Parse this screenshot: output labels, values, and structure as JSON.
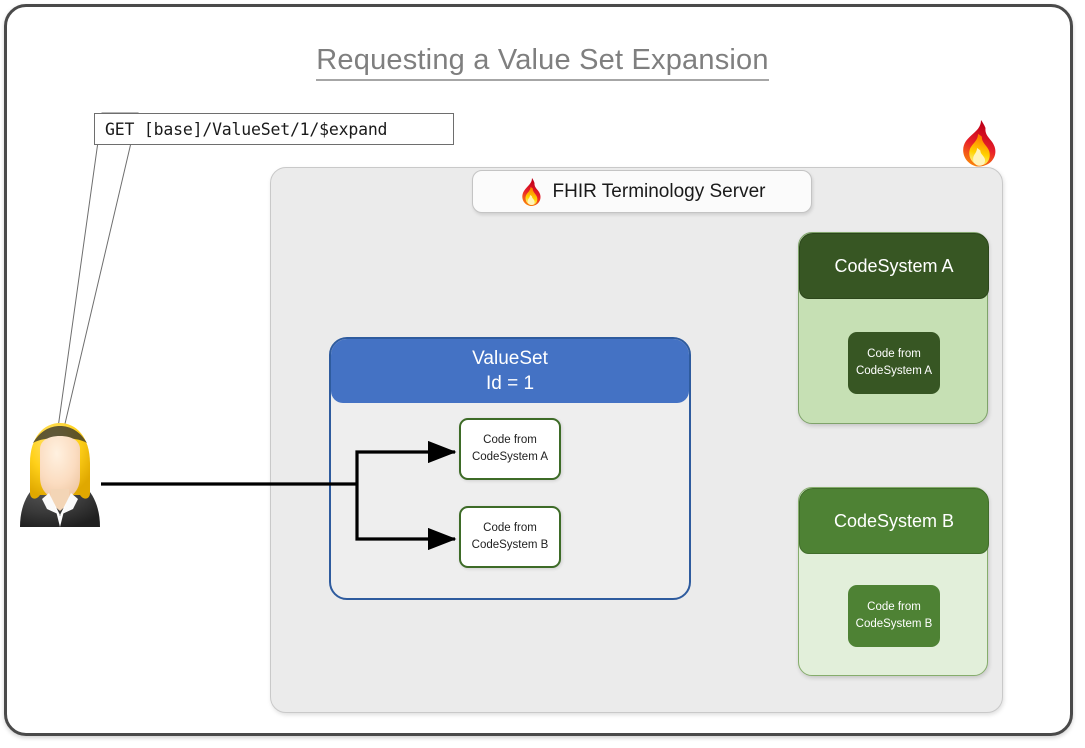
{
  "title": "Requesting a Value Set Expansion",
  "request": {
    "label": "GET [base]/ValueSet/1/$expand"
  },
  "actor": {
    "name": "client-user"
  },
  "server": {
    "label": "FHIR Terminology Server",
    "logo_icon": "fhir-flame-icon"
  },
  "corner_logo": {
    "icon": "fhir-flame-icon"
  },
  "valueset": {
    "title": "ValueSet",
    "id_label": "Id = 1",
    "codes": [
      {
        "line1": "Code from",
        "line2": "CodeSystem A"
      },
      {
        "line1": "Code from",
        "line2": "CodeSystem B"
      }
    ]
  },
  "codesystems": [
    {
      "title": "CodeSystem A",
      "code_line1": "Code from",
      "code_line2": "CodeSystem A",
      "header_color": "#375623",
      "body_color": "#c6e0b4"
    },
    {
      "title": "CodeSystem B",
      "code_line1": "Code from",
      "code_line2": "CodeSystem B",
      "header_color": "#4e8234",
      "body_color": "#e2efda"
    }
  ],
  "colors": {
    "valueset_header": "#4472c4",
    "valueset_border": "#2e5b9e",
    "server_bg": "#ebebeb",
    "title_text": "#7f7f7f",
    "arrow": "#000000"
  }
}
